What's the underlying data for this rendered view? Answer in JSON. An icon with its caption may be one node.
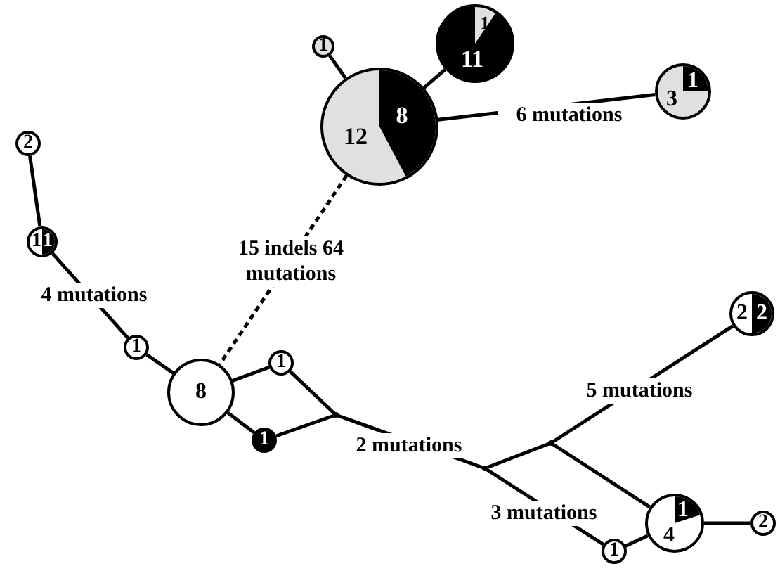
{
  "diagram": {
    "nodes": [
      {
        "text": [
          "1"
        ]
      },
      {
        "text": [
          "12",
          "8"
        ]
      },
      {
        "text": [
          "1",
          "11"
        ]
      },
      {
        "text": [
          "3",
          "1"
        ]
      },
      {
        "text": [
          "2"
        ]
      },
      {
        "text": [
          "1",
          "1"
        ]
      },
      {
        "text": [
          "1"
        ]
      },
      {
        "text": [
          "8"
        ]
      },
      {
        "text": [
          "1"
        ]
      },
      {
        "text": [
          "1"
        ]
      },
      {
        "text": [],
        "shape": "point"
      },
      {
        "text": [],
        "shape": "point"
      },
      {
        "text": [],
        "shape": "point"
      },
      {
        "text": [
          "2",
          "2"
        ]
      },
      {
        "text": [
          "1",
          "4"
        ]
      },
      {
        "text": [
          "1"
        ]
      },
      {
        "text": [
          "2"
        ]
      }
    ],
    "edges": [
      {
        "from": 0,
        "to": 1,
        "arrow": "none"
      },
      {
        "from": 1,
        "to": 2,
        "arrow": "none"
      },
      {
        "from": 1,
        "to": 3,
        "arrow": "none",
        "label": "6 mutations"
      },
      {
        "from": 1,
        "to": 7,
        "arrow": "none",
        "label": "15 indels 64 mutations",
        "style": "dashed"
      },
      {
        "from": 4,
        "to": 5,
        "arrow": "none"
      },
      {
        "from": 5,
        "to": 6,
        "arrow": "none",
        "label": "4 mutations"
      },
      {
        "from": 6,
        "to": 7,
        "arrow": "none"
      },
      {
        "from": 7,
        "to": 8,
        "arrow": "none"
      },
      {
        "from": 7,
        "to": 9,
        "arrow": "none"
      },
      {
        "from": 8,
        "to": 10,
        "arrow": "none"
      },
      {
        "from": 9,
        "to": 10,
        "arrow": "none"
      },
      {
        "from": 10,
        "to": 11,
        "arrow": "none",
        "label": "2 mutations"
      },
      {
        "from": 11,
        "to": 12,
        "arrow": "none"
      },
      {
        "from": 12,
        "to": 13,
        "arrow": "none",
        "label": "5 mutations"
      },
      {
        "from": 12,
        "to": 14,
        "arrow": "none"
      },
      {
        "from": 11,
        "to": 15,
        "arrow": "none",
        "label": "3 mutations"
      },
      {
        "from": 15,
        "to": 14,
        "arrow": "none"
      },
      {
        "from": 14,
        "to": 16,
        "arrow": "none"
      }
    ]
  }
}
